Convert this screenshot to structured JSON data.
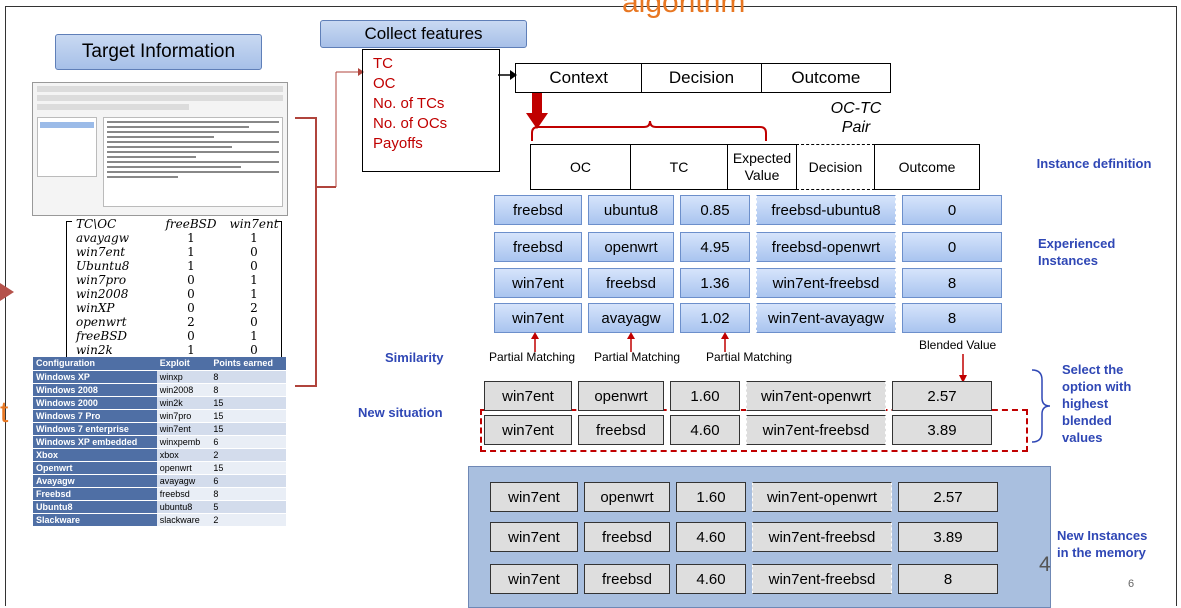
{
  "title_fragment": "algorithm",
  "left_fragment": "t",
  "target_info_label": "Target Information",
  "collect_features_label": "Collect features",
  "features": [
    "TC",
    "OC",
    "No. of TCs",
    "No. of OCs",
    "Payoffs"
  ],
  "cdo_headers": [
    "Context",
    "Decision",
    "Outcome"
  ],
  "pair_label_1": "OC-TC",
  "pair_label_2": "Pair",
  "instance_headers": [
    "OC",
    "TC",
    "Expected Value",
    "Decision",
    "Outcome"
  ],
  "instance_definition_label": "Instance definition",
  "experienced_label_1": "Experienced",
  "experienced_label_2": "Instances",
  "experienced_rows": [
    [
      "freebsd",
      "ubuntu8",
      "0.85",
      "freebsd-ubuntu8",
      "0"
    ],
    [
      "freebsd",
      "openwrt",
      "4.95",
      "freebsd-openwrt",
      "0"
    ],
    [
      "win7ent",
      "freebsd",
      "1.36",
      "win7ent-freebsd",
      "8"
    ],
    [
      "win7ent",
      "avayagw",
      "1.02",
      "win7ent-avayagw",
      "8"
    ]
  ],
  "similarity_label": "Similarity",
  "partial_matching_label": "Partial Matching",
  "blended_value_label": "Blended Value",
  "new_situation_label": "New situation",
  "new_rows": [
    [
      "win7ent",
      "openwrt",
      "1.60",
      "win7ent-openwrt",
      "2.57"
    ],
    [
      "win7ent",
      "freebsd",
      "4.60",
      "win7ent-freebsd",
      "3.89"
    ]
  ],
  "select_label": [
    "Select the",
    "option with",
    "highest",
    "blended",
    "values"
  ],
  "memory_rows": [
    [
      "win7ent",
      "openwrt",
      "1.60",
      "win7ent-openwrt",
      "2.57"
    ],
    [
      "win7ent",
      "freebsd",
      "4.60",
      "win7ent-freebsd",
      "3.89"
    ],
    [
      "win7ent",
      "freebsd",
      "4.60",
      "win7ent-freebsd",
      "8"
    ]
  ],
  "new_instances_label_1": "New Instances",
  "new_instances_label_2": "in the memory",
  "slide_digit": "4",
  "page_number": "6",
  "matrix": {
    "header": [
      "TC\\OC",
      "freeBSD",
      "win7ent"
    ],
    "rows": [
      [
        "avayagw",
        "1",
        "1"
      ],
      [
        "win7ent",
        "1",
        "0"
      ],
      [
        "Ubuntu8",
        "1",
        "0"
      ],
      [
        "win7pro",
        "0",
        "1"
      ],
      [
        "win2008",
        "0",
        "1"
      ],
      [
        "winXP",
        "0",
        "2"
      ],
      [
        "openwrt",
        "2",
        "0"
      ],
      [
        "freeBSD",
        "0",
        "1"
      ],
      [
        "win2k",
        "1",
        "0"
      ]
    ]
  },
  "config_table": {
    "headers": [
      "Configuration",
      "Exploit",
      "Points earned"
    ],
    "rows": [
      [
        "Windows XP",
        "winxp",
        "8"
      ],
      [
        "Windows 2008",
        "win2008",
        "8"
      ],
      [
        "Windows 2000",
        "win2k",
        "15"
      ],
      [
        "Windows 7 Pro",
        "win7pro",
        "15"
      ],
      [
        "Windows 7 enterprise",
        "win7ent",
        "15"
      ],
      [
        "Windows XP embedded",
        "winxpemb",
        "6"
      ],
      [
        "Xbox",
        "xbox",
        "2"
      ],
      [
        "Openwrt",
        "openwrt",
        "15"
      ],
      [
        "Avayagw",
        "avayagw",
        "6"
      ],
      [
        "Freebsd",
        "freebsd",
        "8"
      ],
      [
        "Ubuntu8",
        "ubuntu8",
        "5"
      ],
      [
        "Slackware",
        "slackware",
        "2"
      ]
    ]
  },
  "colors": {
    "accent_red": "#c00000",
    "label_blue": "#2f47b5",
    "title_orange": "#e87722"
  }
}
